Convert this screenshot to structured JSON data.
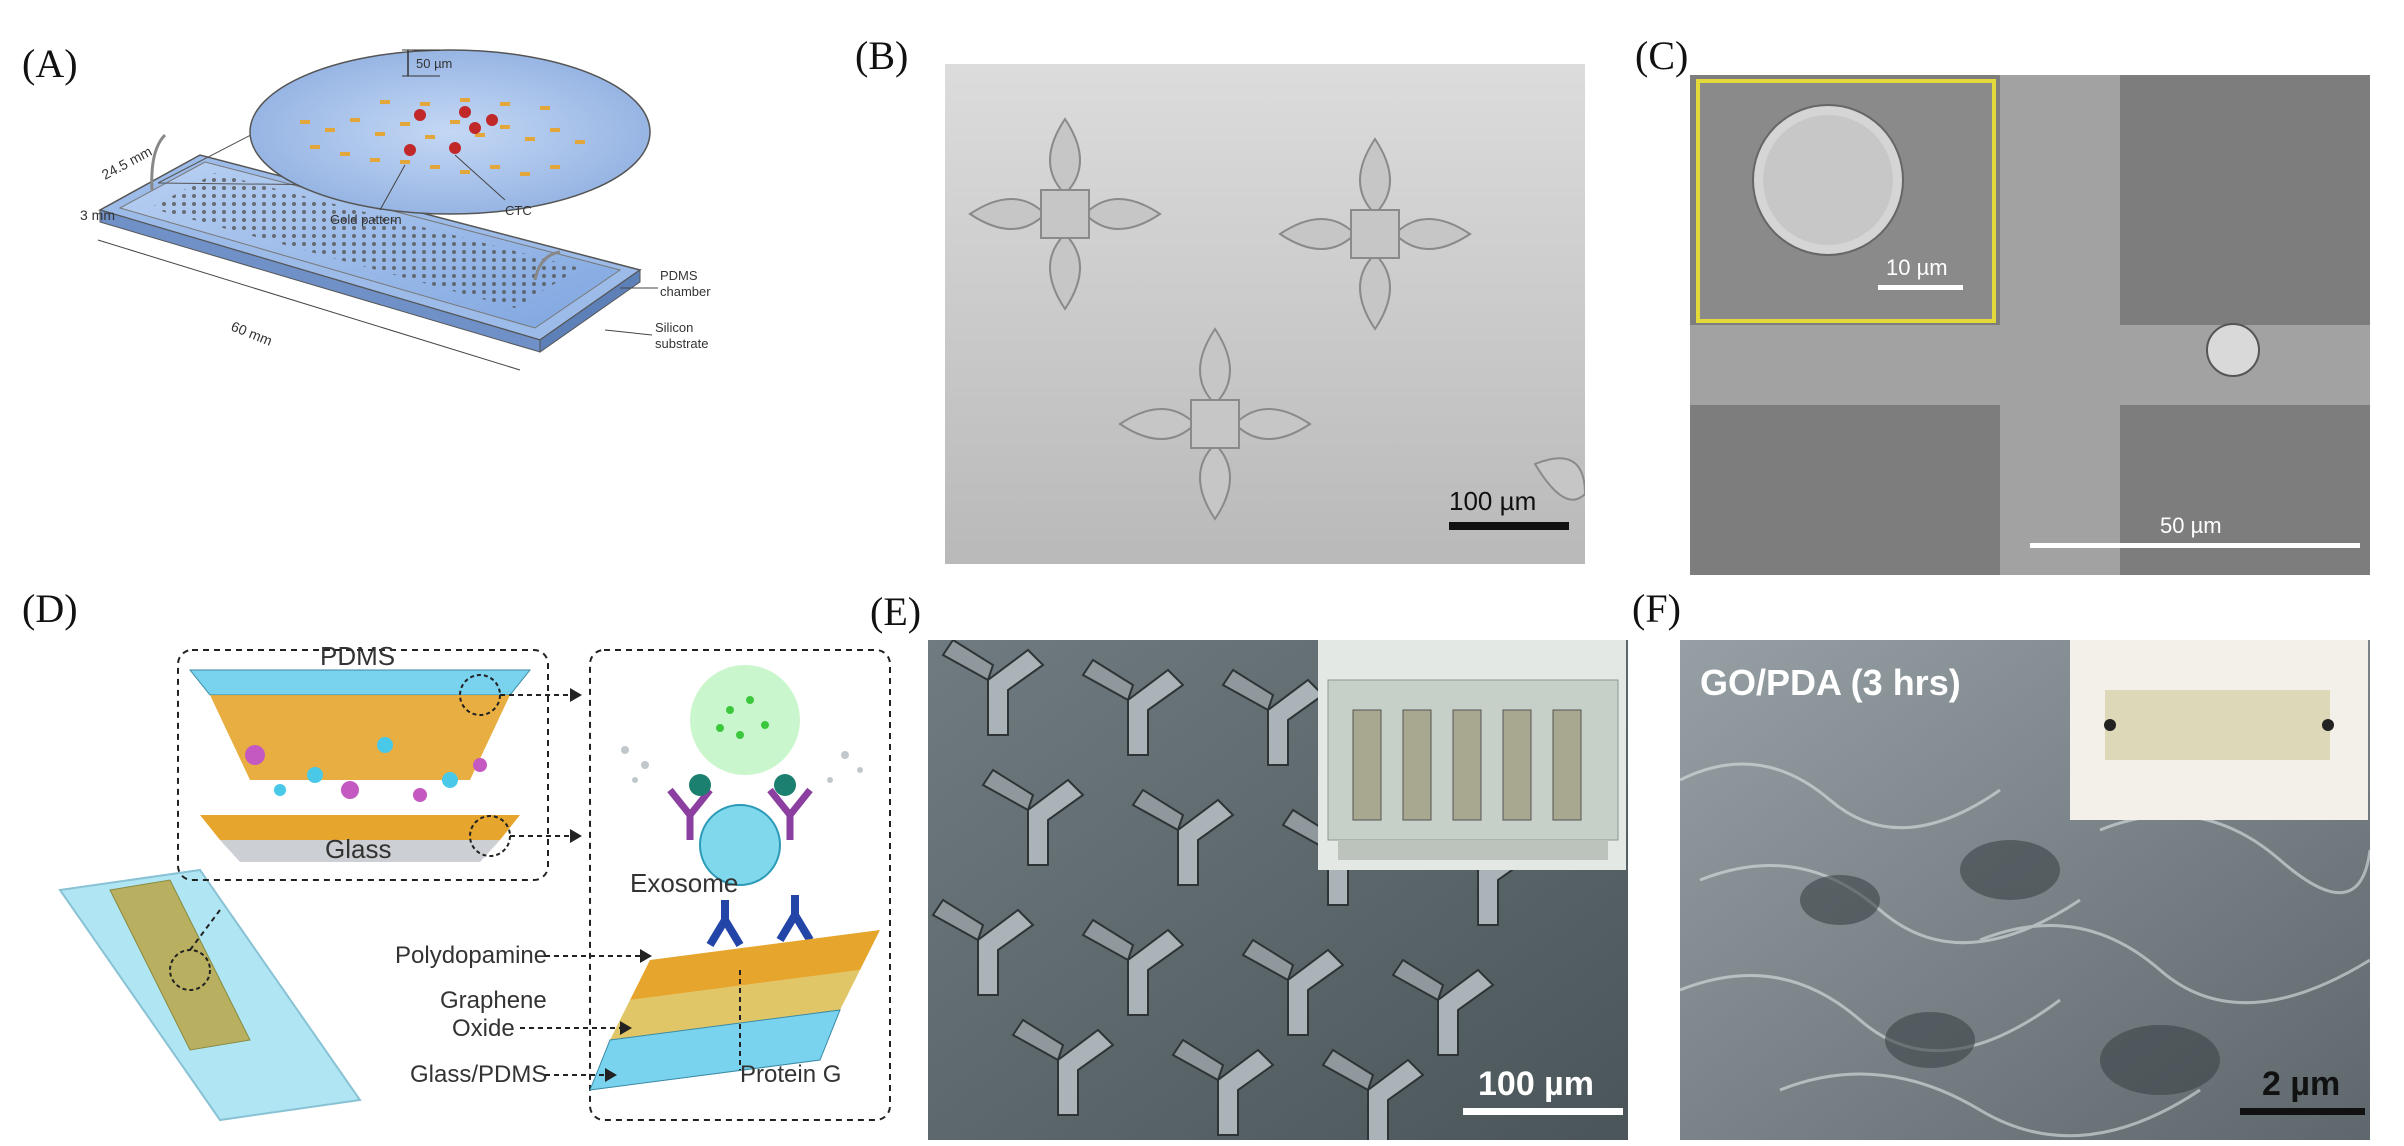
{
  "panels": {
    "A": {
      "letter": "(A)",
      "labels": {
        "height": "50 µm",
        "width": "24.5 mm",
        "thickness": "3 mm",
        "length": "60 mm",
        "gold": "Gold pattern",
        "ctc": "CTC",
        "pdms1": "PDMS",
        "pdms2": "chamber",
        "si1": "Silicon",
        "si2": "substrate"
      }
    },
    "B": {
      "letter": "(B)",
      "scale": "100 µm"
    },
    "C": {
      "letter": "(C)",
      "scale": "50 µm",
      "inset_scale": "10 µm"
    },
    "D": {
      "letter": "(D)",
      "labels": {
        "pdms": "PDMS",
        "glass": "Glass",
        "exosome": "Exosome",
        "polydopamine": "Polydopamine",
        "graphene1": "Graphene",
        "graphene2": "Oxide",
        "glasspdms": "Glass/PDMS",
        "proteing": "Protein G"
      }
    },
    "E": {
      "letter": "(E)",
      "scale": "100 µm"
    },
    "F": {
      "letter": "(F)",
      "scale": "2 µm",
      "title": "GO/PDA (3 hrs)"
    }
  },
  "colors": {
    "chip_blue": "#8fb4e8",
    "gold": "#e0a528",
    "ctc_red": "#c0282a",
    "pdms_cyan": "#7ad3ee",
    "exosome_cyan": "#7fd8ec",
    "antibody_purple": "#8b3fa0",
    "antibody_blue": "#2445a8",
    "sem_gray": "#a8a8a8"
  }
}
